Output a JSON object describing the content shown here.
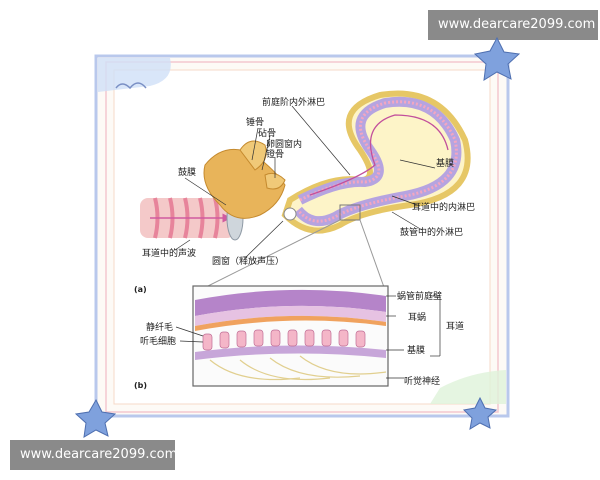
{
  "watermark": {
    "top_text": "www.dearcare2099.com",
    "bottom_text": "www.dearcare2099.com"
  },
  "diagram": {
    "panel_a_tag": "(a)",
    "panel_b_tag": "(b)",
    "labels_a": {
      "vestibular_perilymph": "前庭阶内外淋巴",
      "malleus": "锤骨",
      "incus": "砧骨",
      "oval_window_stapes_line1": "卵圆窗内",
      "oval_window_stapes_line2": "镫骨",
      "eardrum": "鼓膜",
      "basilar_membrane": "基膜",
      "endolymph": "耳道中的内淋巴",
      "tympanic_perilymph": "鼓管中的外淋巴",
      "sound_wave": "耳道中的声波",
      "round_window": "圆窗（释放声压）"
    },
    "labels_b": {
      "vestibular_membrane": "蜗管前庭壁",
      "tectorial_membrane": "耳蜗",
      "canal": "耳道",
      "stereocilia": "静纤毛",
      "hair_cells": "听毛细胞",
      "basilar": "基膜",
      "nerve": "听觉神经"
    }
  }
}
